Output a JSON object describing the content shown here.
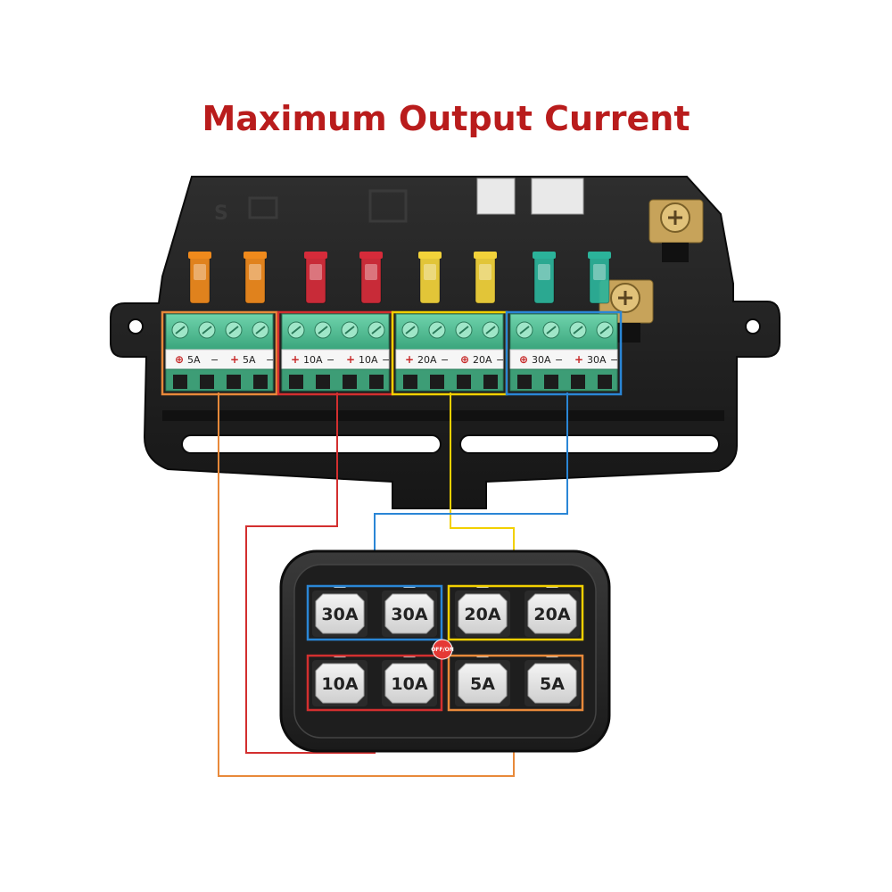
{
  "title": "Maximum Output Current",
  "colors": {
    "title": "#b91c1c",
    "group_orange": "#e8893a",
    "group_red": "#d32f2f",
    "group_yellow": "#f2d000",
    "group_blue": "#2a86d6",
    "fuse_orange": "#f08a1c",
    "fuse_red": "#d62b3a",
    "fuse_yellow": "#f2d23a",
    "fuse_teal": "#2bb39a",
    "terminal_green": "#4fbf94"
  },
  "terminal_groups": [
    {
      "id": "g5",
      "color_key": "group_orange",
      "fuse_color": "fuse_orange",
      "outputs": [
        {
          "plus": "⊕",
          "label": "5A",
          "minus": "−"
        },
        {
          "plus": "+",
          "label": "5A",
          "minus": "−"
        }
      ]
    },
    {
      "id": "g10",
      "color_key": "group_red",
      "fuse_color": "fuse_red",
      "outputs": [
        {
          "plus": "+",
          "label": "10A",
          "minus": "−"
        },
        {
          "plus": "+",
          "label": "10A",
          "minus": "−"
        }
      ]
    },
    {
      "id": "g20",
      "color_key": "group_yellow",
      "fuse_color": "fuse_yellow",
      "outputs": [
        {
          "plus": "+",
          "label": "20A",
          "minus": "−"
        },
        {
          "plus": "⊕",
          "label": "20A",
          "minus": "−"
        }
      ]
    },
    {
      "id": "g30",
      "color_key": "group_blue",
      "fuse_color": "fuse_teal",
      "outputs": [
        {
          "plus": "⊕",
          "label": "30A",
          "minus": "−"
        },
        {
          "plus": "+",
          "label": "30A",
          "minus": "−"
        }
      ]
    }
  ],
  "switch_panel": {
    "keys": [
      {
        "label": "30A",
        "row": 0,
        "col": 0
      },
      {
        "label": "30A",
        "row": 0,
        "col": 1
      },
      {
        "label": "20A",
        "row": 0,
        "col": 2
      },
      {
        "label": "20A",
        "row": 0,
        "col": 3
      },
      {
        "label": "10A",
        "row": 1,
        "col": 0
      },
      {
        "label": "10A",
        "row": 1,
        "col": 1
      },
      {
        "label": "5A",
        "row": 1,
        "col": 2
      },
      {
        "label": "5A",
        "row": 1,
        "col": 3
      }
    ],
    "center_badge": "OFF/ON"
  }
}
